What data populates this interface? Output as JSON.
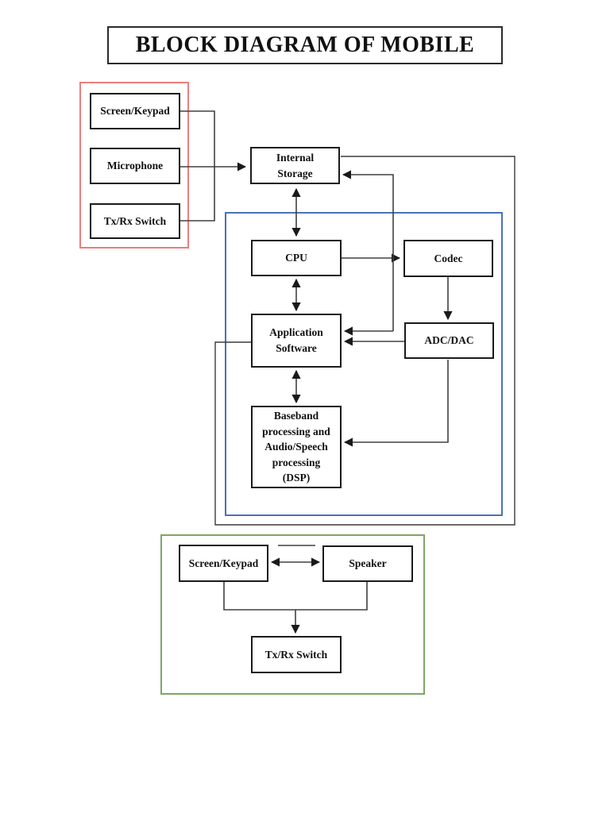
{
  "page": {
    "title": "BLOCK DIAGRAM OF MOBILE"
  },
  "nodes": {
    "screen_keypad_top": "Screen/Keypad",
    "microphone": "Microphone",
    "txrx_top": "Tx/Rx Switch",
    "internal_storage": "Internal\nStorage",
    "cpu": "CPU",
    "codec": "Codec",
    "app_software": "Application\nSoftware",
    "adc_dac": "ADC/DAC",
    "dsp": "Baseband\nprocessing and\nAudio/Speech\nprocessing\n(DSP)",
    "screen_keypad_bottom": "Screen/Keypad",
    "speaker": "Speaker",
    "txrx_bottom": "Tx/Rx Switch"
  },
  "colors": {
    "input_group_border": "#ED7D7D",
    "processing_group_border": "#4A72B8",
    "output_group_border": "#7FA566",
    "node_border": "#1A1A1A",
    "connector": "#404040"
  }
}
